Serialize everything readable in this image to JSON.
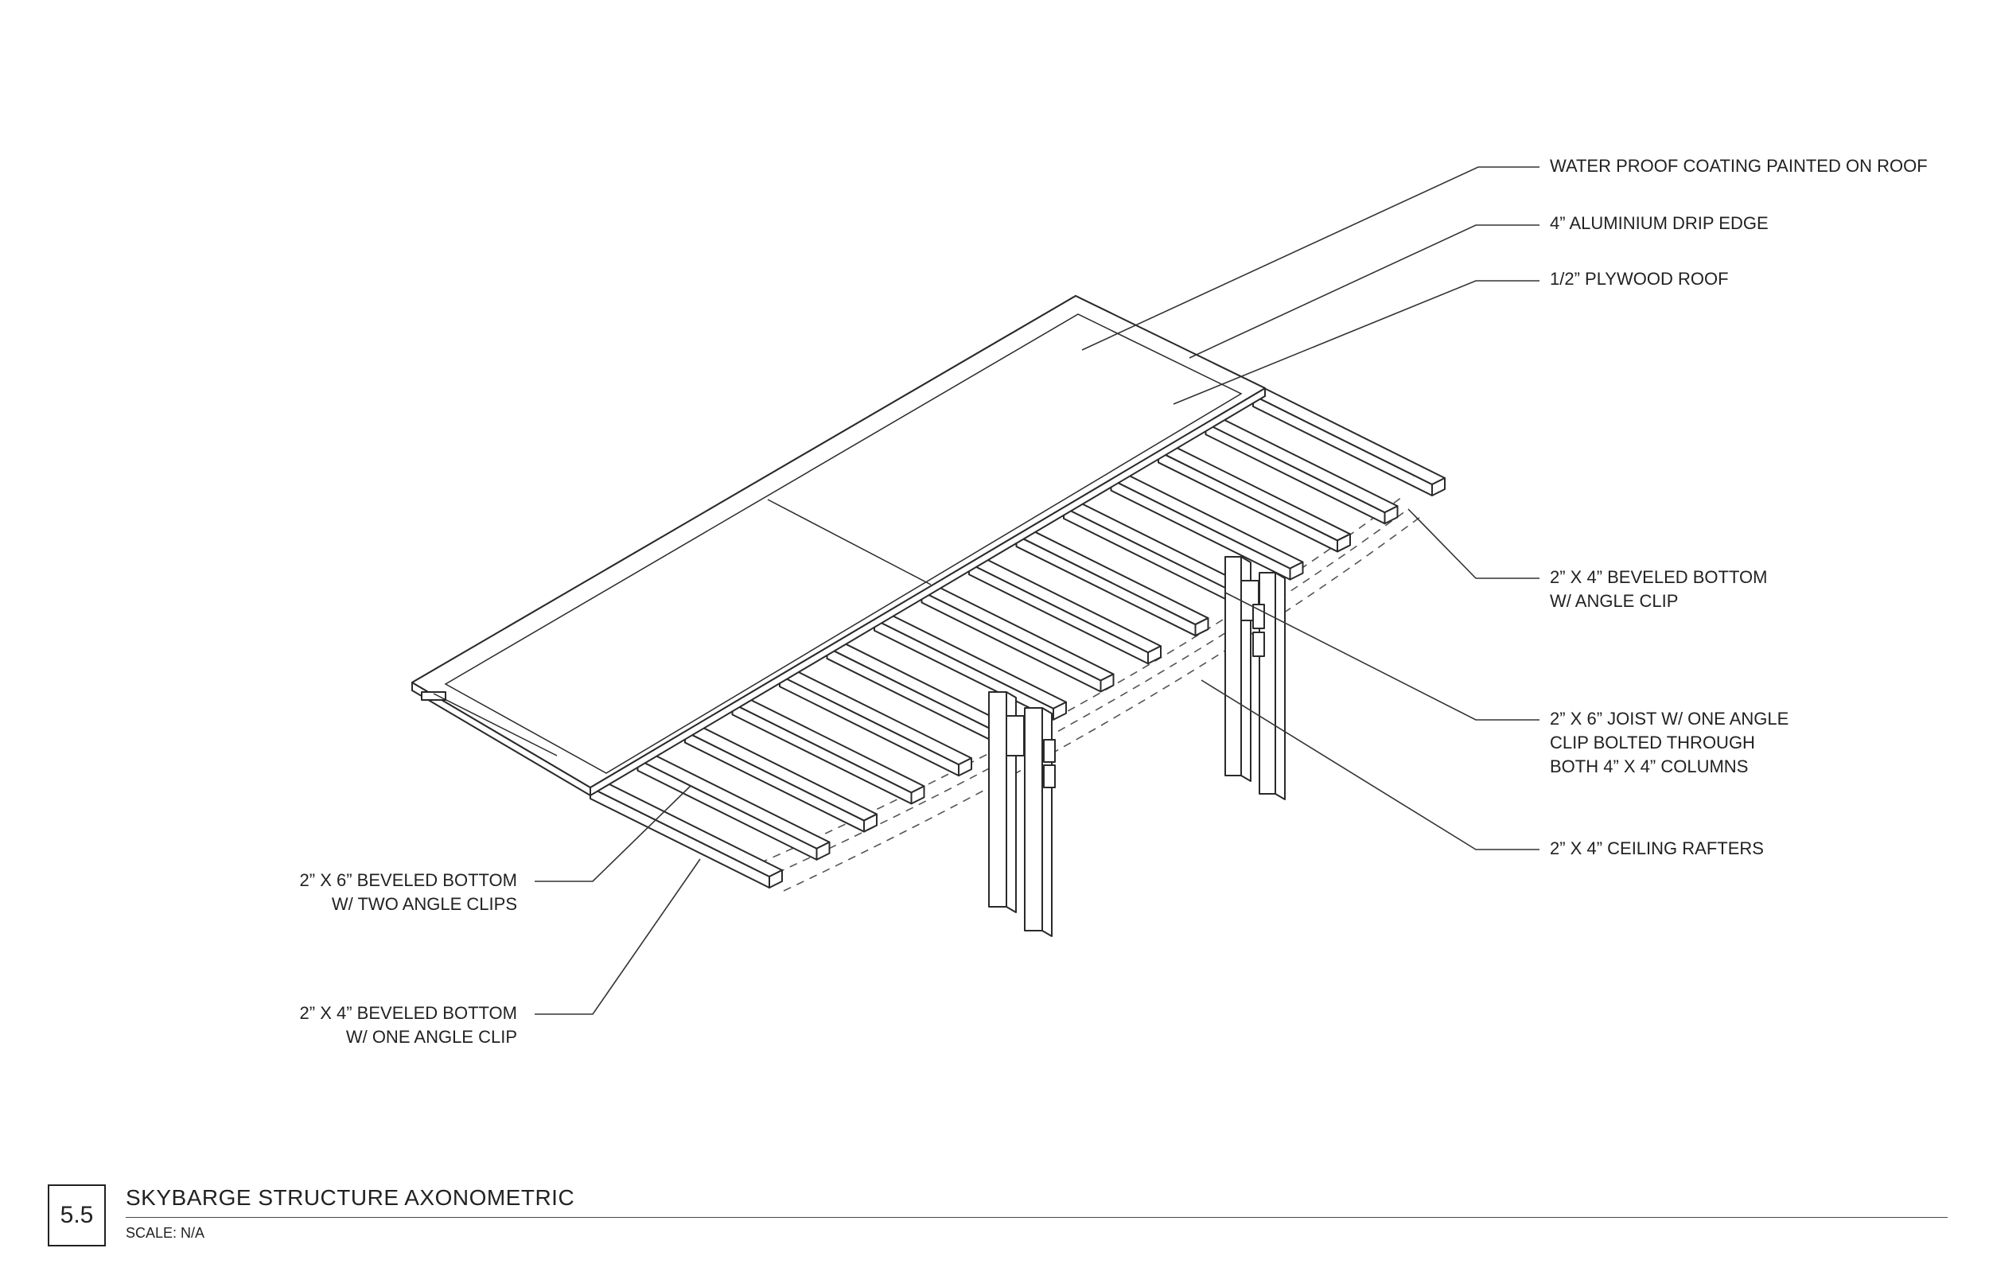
{
  "labels": {
    "waterproof": [
      "WATER PROOF COATING PAINTED ON ROOF"
    ],
    "drip_edge": [
      "4” ALUMINIUM DRIP EDGE"
    ],
    "plywood": [
      "1/2” PLYWOOD ROOF"
    ],
    "beveled_2x4_angle": [
      "2” X 4” BEVELED BOTTOM",
      "W/ ANGLE CLIP"
    ],
    "joist_2x6": [
      "2” X 6” JOIST W/ ONE ANGLE",
      "CLIP BOLTED THROUGH",
      "BOTH 4” X 4” COLUMNS"
    ],
    "ceiling_rafters": [
      "2” X 4” CEILING RAFTERS"
    ],
    "beveled_2x6_two": [
      "2” X 6” BEVELED BOTTOM",
      "W/ TWO ANGLE CLIPS"
    ],
    "beveled_2x4_one": [
      "2” X 4” BEVELED BOTTOM",
      "W/ ONE ANGLE CLIP"
    ]
  },
  "title_block": {
    "number": "5.5",
    "title": "SKYBARGE STRUCTURE AXONOMETRIC",
    "scale": "SCALE: N/A"
  }
}
